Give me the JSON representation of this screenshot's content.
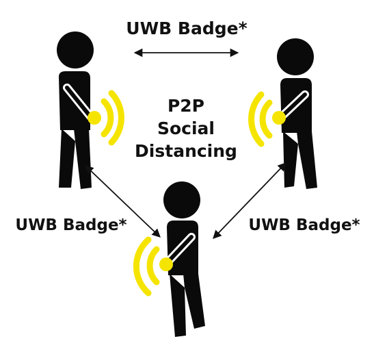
{
  "labels": {
    "top_link": "UWB Badge*",
    "left_link": "UWB Badge*",
    "right_link": "UWB Badge*",
    "center_line1": "P2P",
    "center_line2": "Social",
    "center_line3": "Distancing"
  },
  "colors": {
    "figure": "#0a0a0a",
    "signal": "#f5e400",
    "arrow": "#111111",
    "background": "#ffffff"
  },
  "icons": [
    "person-icon",
    "uwb-signal-icon",
    "double-arrow-icon"
  ]
}
